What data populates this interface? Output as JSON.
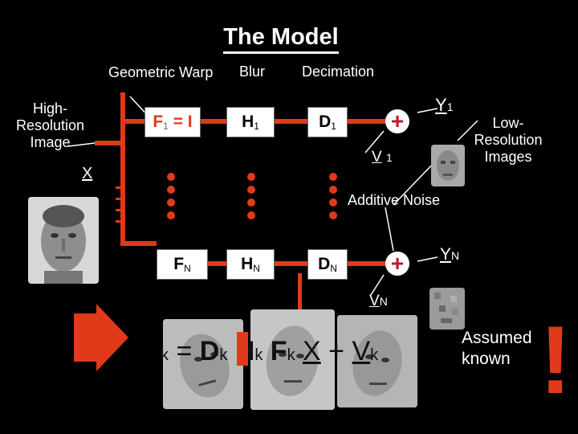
{
  "title": "The Model",
  "labels": {
    "high_res": "High-Resolution Image",
    "geometric_warp": "Geometric Warp",
    "blur": "Blur",
    "decimation": "Decimation",
    "additive_noise": "Additive Noise",
    "low_res": "Low-Resolution Images",
    "x": "X",
    "assumed_known": "Assumed known"
  },
  "blocks_row1": {
    "f": "F",
    "f_sub": "1",
    "f_extra": "= I",
    "h": "H",
    "h_sub": "1",
    "d": "D",
    "d_sub": "1"
  },
  "blocks_rowN": {
    "f": "F",
    "f_sub": "N",
    "h": "H",
    "h_sub": "N",
    "d": "D",
    "d_sub": "N"
  },
  "outputs": {
    "y1": "Y",
    "y1_sub": "1",
    "yN": "Y",
    "yN_sub": "N"
  },
  "noise": {
    "v1": "V",
    "v1_sub": "1",
    "vN": "V",
    "vN_sub": "N"
  },
  "equation": {
    "lhs_sub": "k",
    "eq": "=",
    "d": "D",
    "d_sub": "k",
    "h": "H",
    "h_sub": "k",
    "f": "F",
    "f_sub": "k",
    "x": "X",
    "plus": "+",
    "v": "V",
    "v_sub": "k"
  },
  "exclamation": "!",
  "colors": {
    "accent": "#e03a1a",
    "plus_sign": "#c0182a",
    "background": "#000000"
  }
}
